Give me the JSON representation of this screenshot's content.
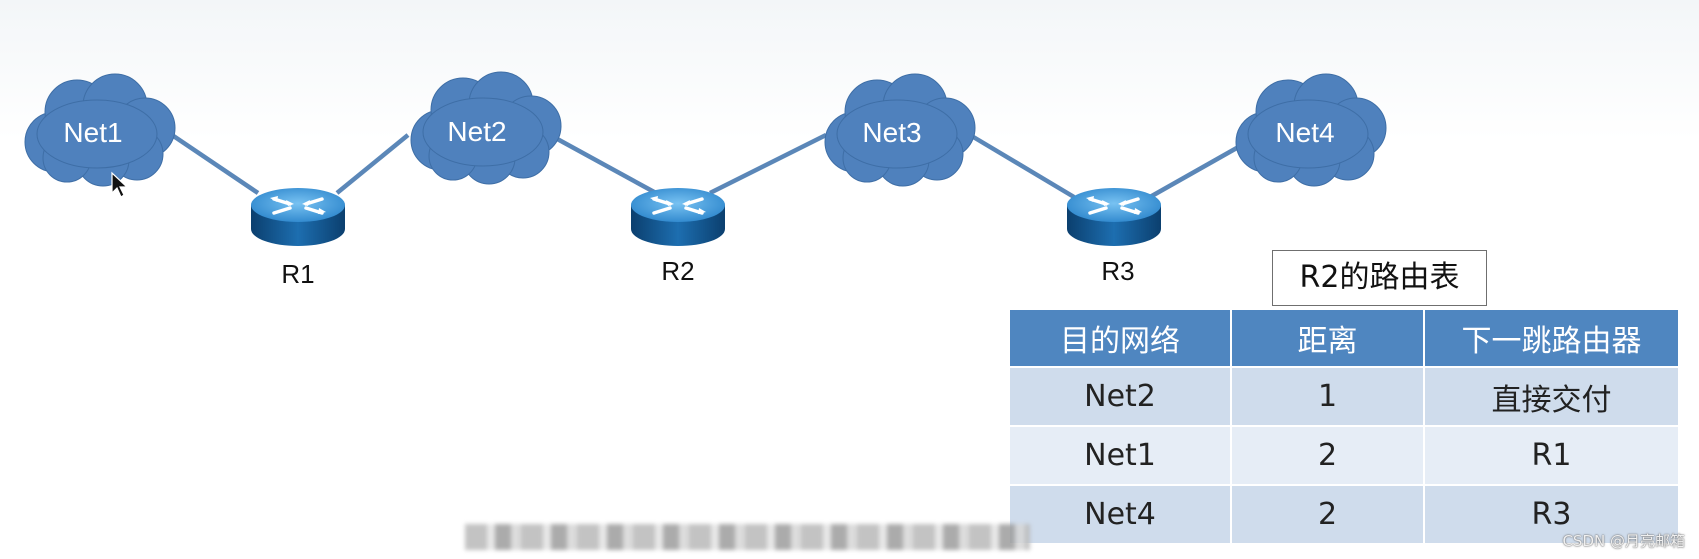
{
  "clouds": [
    "Net1",
    "Net2",
    "Net3",
    "Net4"
  ],
  "routers": [
    "R1",
    "R2",
    "R3"
  ],
  "routing_table": {
    "caption": "R2的路由表",
    "headers": [
      "目的网络",
      "距离",
      "下一跳路由器"
    ],
    "rows": [
      [
        "Net2",
        "1",
        "直接交付"
      ],
      [
        "Net1",
        "2",
        "R1"
      ],
      [
        "Net4",
        "2",
        "R3"
      ]
    ]
  },
  "watermark": "CSDN @月亮邮箱",
  "colors": {
    "cloud": "#4f81bd",
    "link": "#5b87b8",
    "router_top": "#3d96d9",
    "table_header": "#4f86c0",
    "table_row_dark": "#cfdcec",
    "table_row_light": "#e6edf6"
  }
}
